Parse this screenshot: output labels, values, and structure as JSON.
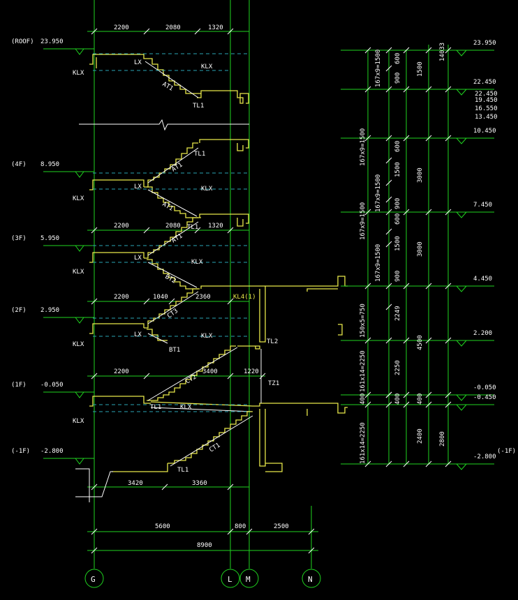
{
  "colors": {
    "background": "#000000",
    "grid": "#1fd41f",
    "structure": "#e8e84a",
    "text": "#ffffff",
    "hidden_line": "#2aa5b5"
  },
  "axes": [
    "G",
    "L",
    "M",
    "N"
  ],
  "levels_left": [
    {
      "tag": "(ROOF)",
      "elev": "23.950"
    },
    {
      "tag": "(4F)",
      "elev": "8.950"
    },
    {
      "tag": "(3F)",
      "elev": "5.950"
    },
    {
      "tag": "(2F)",
      "elev": "2.950"
    },
    {
      "tag": "(1F)",
      "elev": "-0.050"
    },
    {
      "tag": "(-1F)",
      "elev": "-2.800"
    }
  ],
  "levels_right": [
    "23.950",
    "22.450",
    "10.450",
    "7.450",
    "4.450",
    "2.200",
    "-0.050",
    "-0.450",
    "-2.800"
  ],
  "right_tag": "(-1F)",
  "elev_stack": [
    "22.450",
    "19.450",
    "16.550",
    "13.450"
  ],
  "dims_top": {
    "roof": [
      "2200",
      "2080",
      "1320"
    ],
    "f3": [
      "2200",
      "2080",
      "1320"
    ],
    "f2": [
      "2200",
      "1040",
      "2360"
    ],
    "f1": [
      "2200",
      "3400",
      "1220"
    ],
    "b1": [
      "3420",
      "3360"
    ]
  },
  "dims_bottom": {
    "row1": [
      "5600",
      "800",
      "2500"
    ],
    "total": "8900"
  },
  "labels": {
    "klx": "KLX",
    "lx": "LX",
    "tl1": "TL1",
    "tl2": "TL2",
    "tz1": "TZ1",
    "at1": "AT1",
    "bt1": "BT1",
    "bt2": "BT2",
    "ct1": "CT1",
    "ct2": "CT2",
    "ct3": "CT3",
    "kl": "KL4(1)"
  },
  "right_dims": {
    "col1": [
      "167x9=1500",
      "167x9=1500",
      "167x9=1500",
      "167x9=1500",
      "167x9=1500",
      "150x5=750",
      "161x14=2250",
      "161x14=2250"
    ],
    "col2": [
      "600",
      "900",
      "600",
      "1500",
      "900",
      "600",
      "1500",
      "900",
      "2249",
      "2250",
      "400",
      "400"
    ],
    "col3": [
      "1500",
      "3000",
      "3000",
      "4500",
      "400",
      "2400"
    ],
    "col4": [
      "14033",
      "2800"
    ]
  }
}
